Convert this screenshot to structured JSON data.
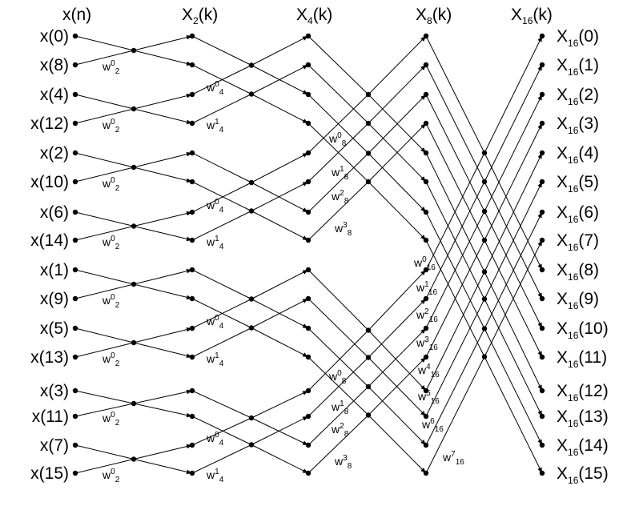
{
  "headers": {
    "xn": "x(n)",
    "x2": {
      "main": "X",
      "sub": "2",
      "rest": "(k)"
    },
    "x4": {
      "main": "X",
      "sub": "4",
      "rest": "(k)"
    },
    "x8": {
      "main": "X",
      "sub": "8",
      "rest": "(k)"
    },
    "x16": {
      "main": "X",
      "sub": "16",
      "rest": "(k)"
    }
  },
  "inputs": [
    "x(0)",
    "x(8)",
    "x(4)",
    "x(12)",
    "x(2)",
    "x(10)",
    "x(6)",
    "x(14)",
    "x(1)",
    "x(9)",
    "x(5)",
    "x(13)",
    "x(3)",
    "x(11)",
    "x(7)",
    "x(15)"
  ],
  "outputs": {
    "main": "X",
    "sub": "16",
    "args": [
      "(0)",
      "(1)",
      "(2)",
      "(3)",
      "(4)",
      "(5)",
      "(6)",
      "(7)",
      "(8)",
      "(9)",
      "(10)",
      "(11)",
      "(12)",
      "(13)",
      "(14)",
      "(15)"
    ]
  },
  "twiddles": {
    "w": "w",
    "stage1": [
      {
        "exp": "0",
        "n": "2"
      }
    ],
    "stage2": [
      {
        "exp": "0",
        "n": "4"
      },
      {
        "exp": "1",
        "n": "4"
      }
    ],
    "stage3": [
      {
        "exp": "0",
        "n": "8"
      },
      {
        "exp": "1",
        "n": "8"
      },
      {
        "exp": "2",
        "n": "8"
      },
      {
        "exp": "3",
        "n": "8"
      }
    ],
    "stage4": [
      {
        "exp": "0",
        "n": "16"
      },
      {
        "exp": "1",
        "n": "16"
      },
      {
        "exp": "2",
        "n": "16"
      },
      {
        "exp": "3",
        "n": "16"
      },
      {
        "exp": "4",
        "n": "16"
      },
      {
        "exp": "5",
        "n": "16"
      },
      {
        "exp": "6",
        "n": "16"
      },
      {
        "exp": "7",
        "n": "16"
      }
    ]
  },
  "colors": {
    "ink": "#000000",
    "background": "#ffffff"
  }
}
